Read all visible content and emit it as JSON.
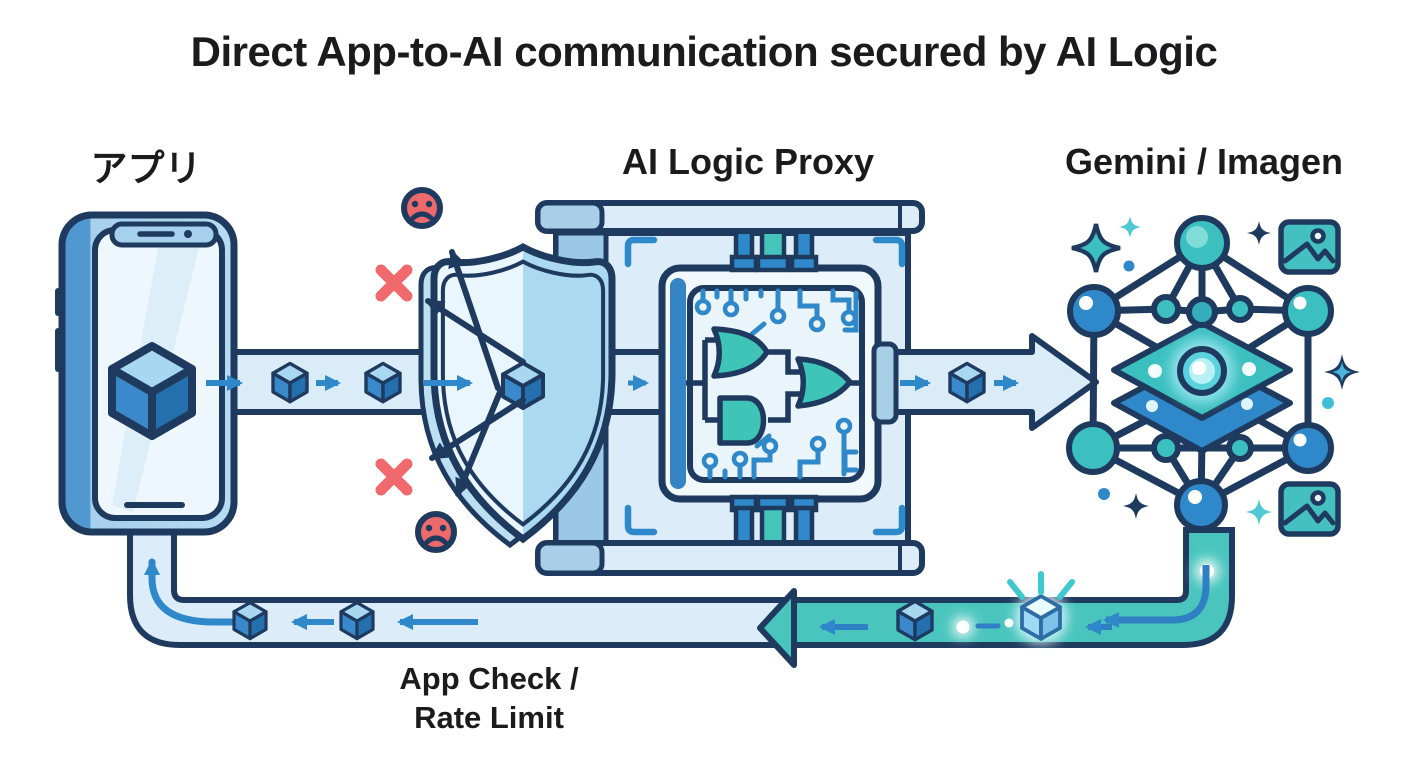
{
  "title": "Direct App-to-AI communication secured by AI Logic",
  "sections": {
    "app": {
      "label": "アプリ"
    },
    "proxy": {
      "label": "AI Logic Proxy"
    },
    "model": {
      "label": "Gemini / Imagen"
    }
  },
  "return_path": {
    "label_line1": "App Check /",
    "label_line2": "Rate Limit"
  },
  "icons": [
    "smartphone-icon",
    "cube-icon",
    "shield-icon",
    "sad-face-icon",
    "x-mark-icon",
    "logic-gate-icon",
    "circuit-board-icon",
    "neural-network-icon",
    "sparkle-icon",
    "image-icon",
    "arrow-icon"
  ],
  "colors": {
    "outline_navy": "#1e3a5f",
    "flow_arrow_blue": "#2f88c9",
    "band_light_blue": "#d9ecf8",
    "return_teal": "#49c5bd",
    "gate_teal": "#3fc4b8",
    "node_teal": "#3cc0bf",
    "node_blue": "#2f88c9",
    "machine_fill": "#dcedf9",
    "phone_side_blue": "#4f98d0",
    "error_red": "#ed6a6c",
    "x_mark_red": "#f0696c"
  }
}
